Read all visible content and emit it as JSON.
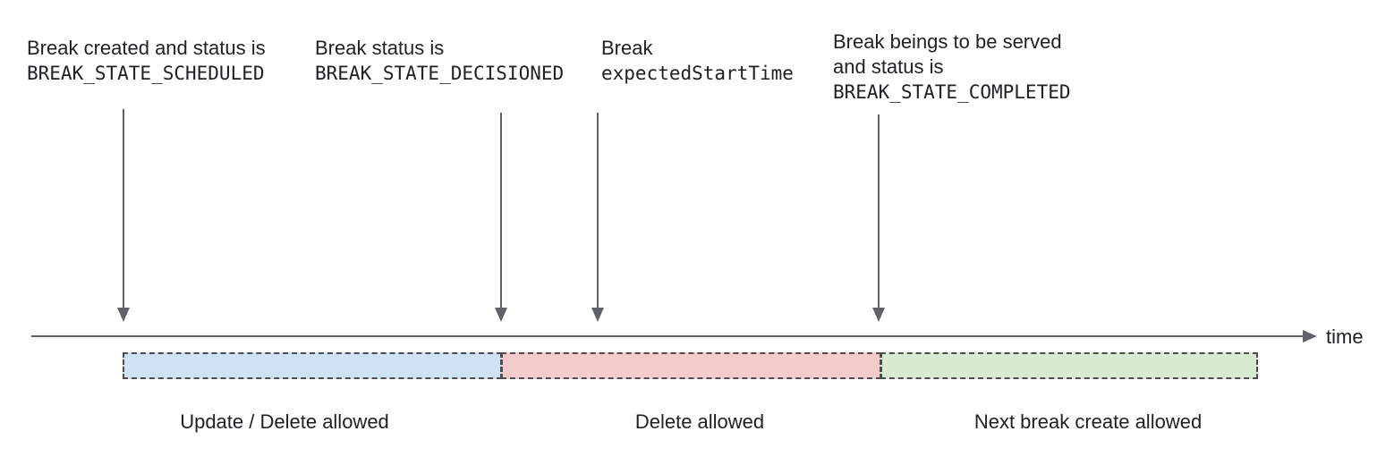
{
  "annotations": [
    {
      "line1": "Break created and status is",
      "code": "BREAK_STATE_SCHEDULED"
    },
    {
      "line1": "Break status is",
      "code": "BREAK_STATE_DECISIONED"
    },
    {
      "line1": "Break",
      "code": "expectedStartTime"
    },
    {
      "line1": "Break beings to be served",
      "line2": "and status is",
      "code": "BREAK_STATE_COMPLETED"
    }
  ],
  "axis": {
    "label": "time"
  },
  "segments": [
    {
      "label": "Update / Delete allowed",
      "color": "#cfe2f3"
    },
    {
      "label": "Delete allowed",
      "color": "#f4cccc"
    },
    {
      "label": "Next break create allowed",
      "color": "#d9ead3"
    }
  ],
  "colors": {
    "text": "#202124",
    "arrow_line": "#5f6368",
    "segment_border": "#4d4d4d"
  }
}
